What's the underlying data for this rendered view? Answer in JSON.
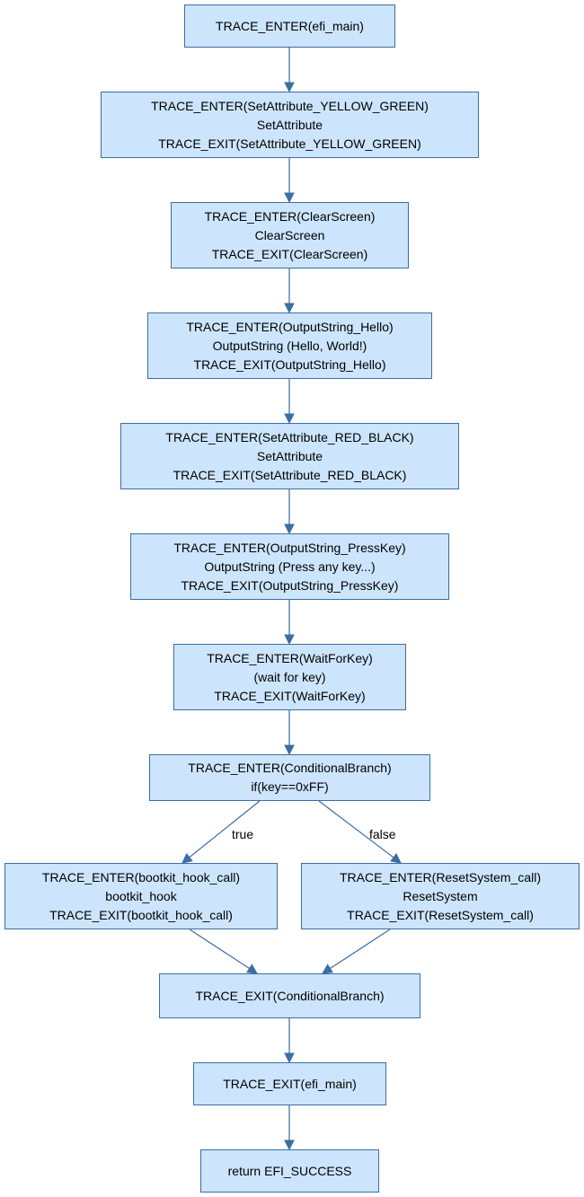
{
  "colors": {
    "node_fill": "#cce5fc",
    "node_border": "#3b6ea3",
    "edge": "#3b6ea3"
  },
  "nodes": [
    {
      "id": "efi-main-enter",
      "lines": [
        "TRACE_ENTER(efi_main)"
      ]
    },
    {
      "id": "setattribute-yellow-green",
      "lines": [
        "TRACE_ENTER(SetAttribute_YELLOW_GREEN)",
        "SetAttribute",
        "TRACE_EXIT(SetAttribute_YELLOW_GREEN)"
      ]
    },
    {
      "id": "clearscreen",
      "lines": [
        "TRACE_ENTER(ClearScreen)",
        "ClearScreen",
        "TRACE_EXIT(ClearScreen)"
      ]
    },
    {
      "id": "outputstring-hello",
      "lines": [
        "TRACE_ENTER(OutputString_Hello)",
        "OutputString (Hello, World!)",
        "TRACE_EXIT(OutputString_Hello)"
      ]
    },
    {
      "id": "setattribute-red-black",
      "lines": [
        "TRACE_ENTER(SetAttribute_RED_BLACK)",
        "SetAttribute",
        "TRACE_EXIT(SetAttribute_RED_BLACK)"
      ]
    },
    {
      "id": "outputstring-presskey",
      "lines": [
        "TRACE_ENTER(OutputString_PressKey)",
        "OutputString (Press any key...)",
        "TRACE_EXIT(OutputString_PressKey)"
      ]
    },
    {
      "id": "waitforkey",
      "lines": [
        "TRACE_ENTER(WaitForKey)",
        "(wait for key)",
        "TRACE_EXIT(WaitForKey)"
      ]
    },
    {
      "id": "conditionalbranch-enter",
      "lines": [
        "TRACE_ENTER(ConditionalBranch)",
        "if(key==0xFF)"
      ]
    },
    {
      "id": "bootkit-hook-call",
      "lines": [
        "TRACE_ENTER(bootkit_hook_call)",
        "bootkit_hook",
        "TRACE_EXIT(bootkit_hook_call)"
      ]
    },
    {
      "id": "resetsystem-call",
      "lines": [
        "TRACE_ENTER(ResetSystem_call)",
        "ResetSystem",
        "TRACE_EXIT(ResetSystem_call)"
      ]
    },
    {
      "id": "conditionalbranch-exit",
      "lines": [
        "TRACE_EXIT(ConditionalBranch)"
      ]
    },
    {
      "id": "efi-main-exit",
      "lines": [
        "TRACE_EXIT(efi_main)"
      ]
    },
    {
      "id": "return-efi-success",
      "lines": [
        "return EFI_SUCCESS"
      ]
    }
  ],
  "edges": [
    {
      "from": "efi-main-enter",
      "to": "setattribute-yellow-green",
      "label": ""
    },
    {
      "from": "setattribute-yellow-green",
      "to": "clearscreen",
      "label": ""
    },
    {
      "from": "clearscreen",
      "to": "outputstring-hello",
      "label": ""
    },
    {
      "from": "outputstring-hello",
      "to": "setattribute-red-black",
      "label": ""
    },
    {
      "from": "setattribute-red-black",
      "to": "outputstring-presskey",
      "label": ""
    },
    {
      "from": "outputstring-presskey",
      "to": "waitforkey",
      "label": ""
    },
    {
      "from": "waitforkey",
      "to": "conditionalbranch-enter",
      "label": ""
    },
    {
      "from": "conditionalbranch-enter",
      "to": "bootkit-hook-call",
      "label": "true"
    },
    {
      "from": "conditionalbranch-enter",
      "to": "resetsystem-call",
      "label": "false"
    },
    {
      "from": "bootkit-hook-call",
      "to": "conditionalbranch-exit",
      "label": ""
    },
    {
      "from": "resetsystem-call",
      "to": "conditionalbranch-exit",
      "label": ""
    },
    {
      "from": "conditionalbranch-exit",
      "to": "efi-main-exit",
      "label": ""
    },
    {
      "from": "efi-main-exit",
      "to": "return-efi-success",
      "label": ""
    }
  ]
}
